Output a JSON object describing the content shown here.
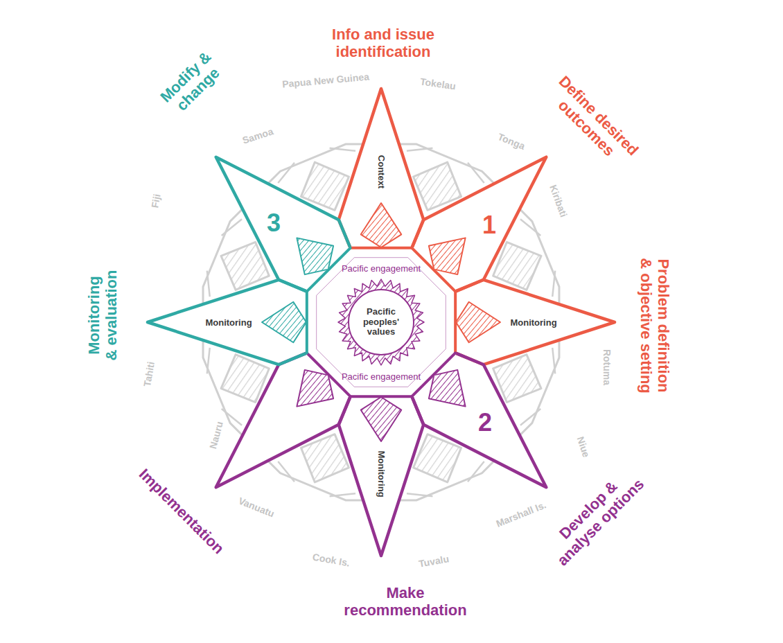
{
  "diagram": {
    "nodes": [
      {
        "text": [
          "Pacific engagement",
          "Pacific engagement"
        ]
      },
      {
        "text": [
          "Pacific peoples' values"
        ],
        "in": 0
      },
      {
        "text": [
          "Context"
        ]
      },
      {
        "text": [
          "Monitoring"
        ]
      },
      {
        "text": [
          "Monitoring"
        ]
      },
      {
        "text": [
          "Monitoring"
        ]
      }
    ],
    "labels": [
      "Info and issue identification",
      "Define desired outcomes",
      "Problem definition & objective setting",
      "Develop & analyse options",
      "Make recommendation",
      "Implementation",
      "Monitoring & evaluation",
      "Modify & change",
      "Papua New Guinea",
      "Tokelau",
      "Tonga",
      "Kiribati",
      "Rotuma",
      "Niue",
      "Marshall Is.",
      "Tuvalu",
      "Cook Is.",
      "Vanuatu",
      "Nauru",
      "Tahiti",
      "Fiji",
      "Samoa",
      "1",
      "2",
      "3"
    ]
  }
}
